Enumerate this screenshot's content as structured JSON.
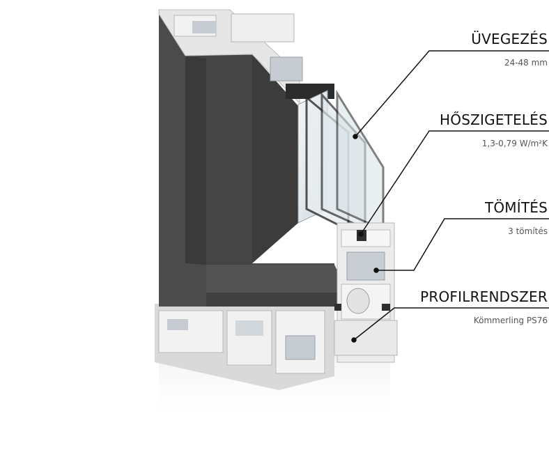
{
  "callouts": [
    {
      "title": "ÜVEGEZÉS",
      "value": "24-48 mm"
    },
    {
      "title": "HŐSZIGETELÉS",
      "value": "1,3-0,79 W/m²K"
    },
    {
      "title": "TÖMÍTÉS",
      "value": "3 tömítés"
    },
    {
      "title": "PROFILRENDSZER",
      "value": "Kömmerling PS76"
    }
  ],
  "colors": {
    "frame": "#4b4b4c",
    "frame_dark": "#3a3a3b",
    "frame_light": "#5c5c5d",
    "pvc": "#eeeeee",
    "pvc_shadow": "#c9c9c9",
    "glass": "#dfe6ea",
    "line": "#111111"
  }
}
